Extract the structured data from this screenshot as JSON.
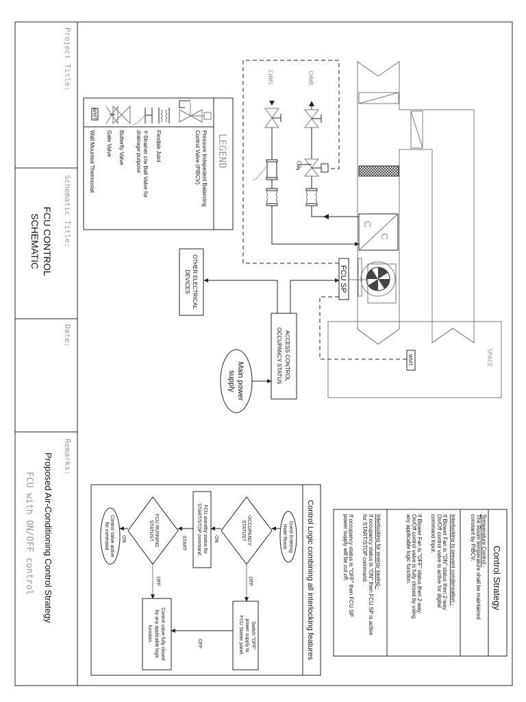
{
  "title_block": {
    "project_title_label": "Project Title:",
    "schematic_title_label": "Schematic Title:",
    "schematic_title_line1": "FCU CONTROL",
    "schematic_title_line2": "SCHEMATIC",
    "date_label": "Date:",
    "remarks_label": "Remarks:",
    "remarks_line1": "Proposed Air-Conditioning Control Strategy",
    "remarks_line2": "FCU with ON/OFF control"
  },
  "legend": {
    "title": "LEGEND",
    "items": [
      {
        "icon": "pibcv-valve-icon",
        "lines": [
          "Pressure Indepedent Balancing",
          "Control Valve (PIBCV)"
        ]
      },
      {
        "icon": "flexible-joint-icon",
        "lines": [
          "Flexible Joint"
        ]
      },
      {
        "icon": "y-strainer-icon",
        "lines": [
          "Y-Strainer c/w Ball Valve for",
          "drainage purpose"
        ]
      },
      {
        "icon": "butterfly-valve-icon",
        "lines": [
          "Butterfly Valve"
        ]
      },
      {
        "icon": "gate-valve-icon",
        "lines": [
          "Gate Valve"
        ]
      },
      {
        "icon": "thermostat-icon",
        "lines": [
          "Wall Mounted Thermostat"
        ],
        "symbol_text": "WMT"
      }
    ]
  },
  "schematic": {
    "chws": "CHWS",
    "chwr": "CHWR",
    "fcu_sp": "FCU SP",
    "wmt": "WMT",
    "space": "SPACE",
    "other_devices_line1": "OTHER ELECTRICAL",
    "other_devices_line2": "DEVICES",
    "access_line1": "ACCESS CONTROL",
    "access_line2": "OCCUPANCY STATUS",
    "power_line1": "Main power",
    "power_line2": "supply",
    "coil_marks": [
      "C",
      "C"
    ]
  },
  "control_strategy": {
    "title": "Control Strategy",
    "sections": [
      {
        "heading": "Temperature Control:-",
        "lines": [
          "The Room temperature shall be maintained",
          "constant by PIBCV."
        ]
      },
      {
        "heading": "Interlocking to prevent condensation:-",
        "lines": [
          "If Blower Fan is \"ON\" status then 2-way",
          "On/Off control valve is active for digital",
          "command input.",
          "If Blower Fan is \"OFF\" status then 2-way",
          "On/Off control valve is fully closed by using",
          "any applicable logic function."
        ]
      },
      {
        "heading": "Interlocking for energy saving:-",
        "lines": [
          "If occupancy status is \"ON\" then FCU SP is active",
          "for START/STOP command.",
          "If occupancy status is \"OFF\" then FCU SP",
          "power supply will be cut off."
        ]
      }
    ]
  },
  "flowchart": {
    "title": "Control Logic combining all interlocking features",
    "guest": [
      "Guest Entering",
      "Hotel Room"
    ],
    "occupancy": [
      "OCCUPANCY",
      "STATUS?"
    ],
    "standby": [
      "FCU standby status for",
      "START/STOP command"
    ],
    "running": [
      "FCU RUNNING",
      "STATUS?"
    ],
    "valve_active": [
      "Control Valve active",
      "for command"
    ],
    "switch_off": [
      "Switch \"OFF\"",
      "power supply to",
      "FCU Starter panel."
    ],
    "valve_closed": [
      "Control valve fully closed",
      "by any applicable logic",
      "function."
    ],
    "labels": {
      "on1": "ON",
      "start": "START",
      "on2": "ON",
      "off1": "OFF",
      "off2": "OFF",
      "off3": "OFF"
    }
  }
}
